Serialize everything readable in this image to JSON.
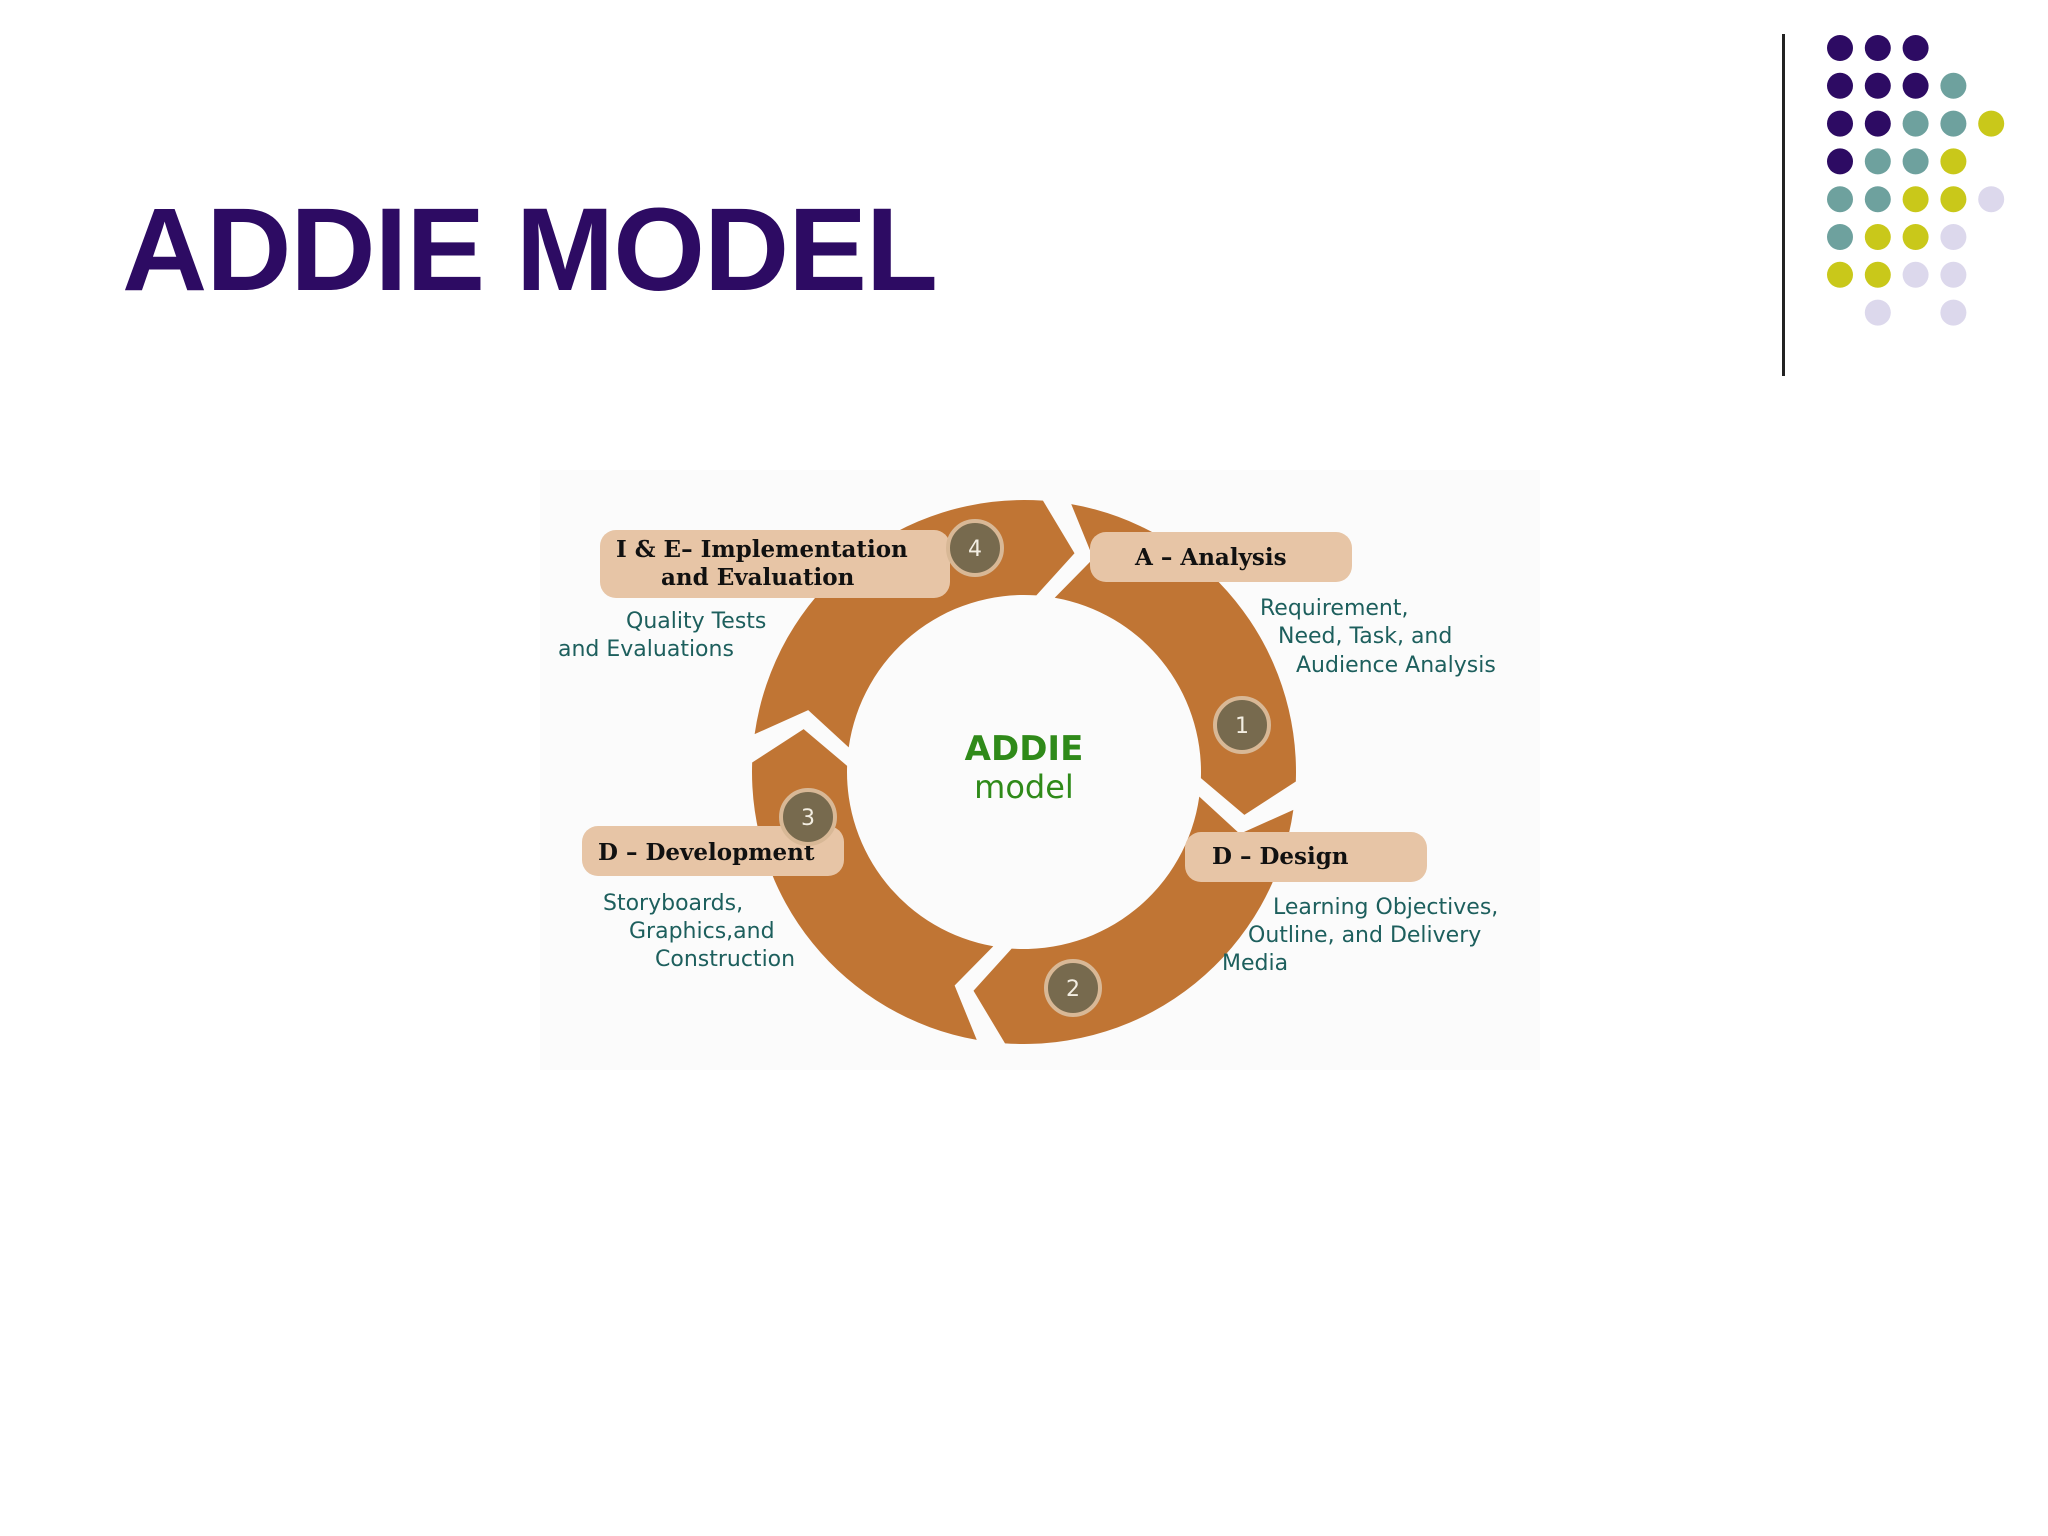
{
  "slide": {
    "title": "ADDIE MODEL"
  },
  "colors": {
    "title": "#2d0b63",
    "ring": "#c07534",
    "pill": "#e7c5a6",
    "badge": "#776a4e",
    "description": "#1d5f5d",
    "center": "#2f8a19",
    "dot_purple": "#2d0b63",
    "dot_teal": "#6ea19e",
    "dot_yellow": "#c9c81a",
    "dot_lavender": "#dcd8ec"
  },
  "diagram": {
    "center": {
      "line1": "ADDIE",
      "line2": "model"
    },
    "phases": [
      {
        "number": "1",
        "label": "A – Analysis",
        "description": [
          "Requirement,",
          "Need, Task, and",
          "Audience Analysis"
        ]
      },
      {
        "number": "2",
        "label": "D – Design",
        "description": [
          "Learning Objectives,",
          "Outline, and Delivery",
          "Media"
        ]
      },
      {
        "number": "3",
        "label": "D – Development",
        "description": [
          "Storyboards,",
          "Graphics,and",
          "Construction"
        ]
      },
      {
        "number": "4",
        "label": [
          "I & E– Implementation",
          "and Evaluation"
        ],
        "description": [
          "Quality Tests",
          "and Evaluations"
        ]
      }
    ]
  },
  "decoration": {
    "dot_grid": [
      [
        "purple",
        "purple",
        "purple",
        "",
        ""
      ],
      [
        "purple",
        "purple",
        "purple",
        "teal",
        ""
      ],
      [
        "purple",
        "purple",
        "teal",
        "teal",
        "yellow"
      ],
      [
        "purple",
        "teal",
        "teal",
        "yellow",
        ""
      ],
      [
        "teal",
        "teal",
        "yellow",
        "yellow",
        "lavender"
      ],
      [
        "teal",
        "yellow",
        "yellow",
        "lavender",
        ""
      ],
      [
        "yellow",
        "yellow",
        "lavender",
        "lavender",
        ""
      ],
      [
        "",
        "lavender",
        "",
        "lavender",
        ""
      ]
    ]
  }
}
